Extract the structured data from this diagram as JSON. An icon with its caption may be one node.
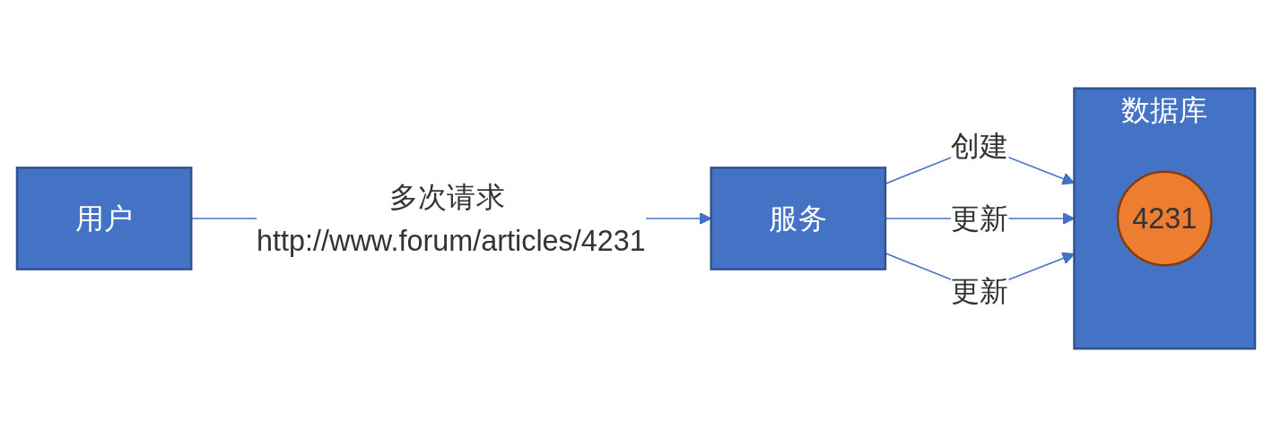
{
  "diagram": {
    "nodes": [
      {
        "text": [
          "用户"
        ]
      },
      {
        "text": [
          "服务"
        ]
      },
      {
        "text": [
          "数据库"
        ]
      },
      {
        "text": [
          "4231"
        ],
        "in": 2
      }
    ],
    "edges": [
      {
        "from": 0,
        "to": 1,
        "arrow": "to",
        "label": "多次请求 http://www.forum/articles/4231"
      },
      {
        "from": 1,
        "to": 2,
        "arrow": "to",
        "label": "创建"
      },
      {
        "from": 1,
        "to": 2,
        "arrow": "to",
        "label": "更新"
      },
      {
        "from": 1,
        "to": 2,
        "arrow": "to",
        "label": "更新"
      }
    ]
  }
}
